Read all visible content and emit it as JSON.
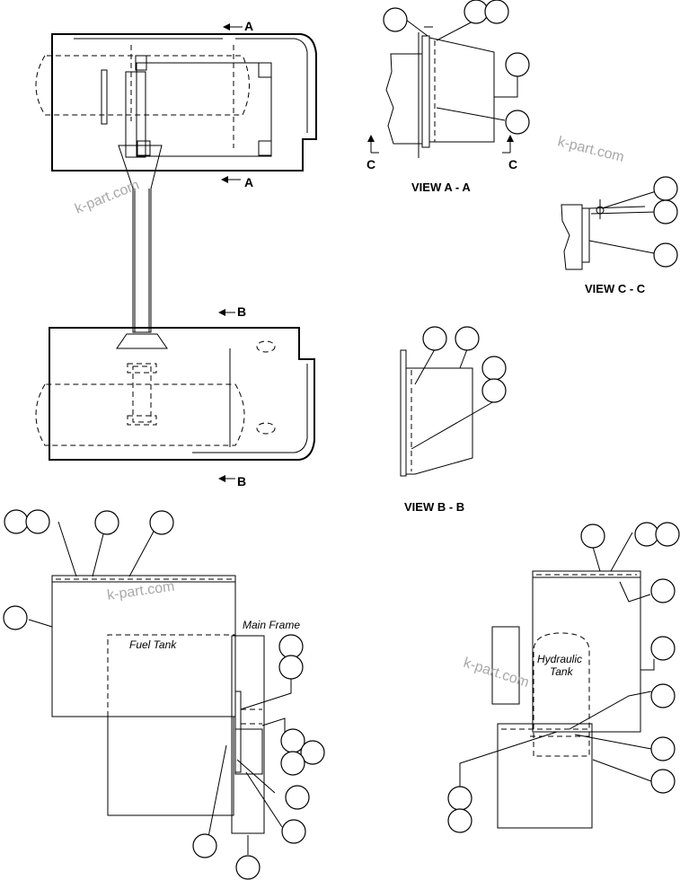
{
  "section_markers": {
    "a": "A",
    "b": "B",
    "c": "C"
  },
  "view_titles": {
    "aa": "VIEW A - A",
    "bb": "VIEW B - B",
    "cc": "VIEW C - C"
  },
  "labels": {
    "main_frame": "Main Frame",
    "fuel_tank": "Fuel Tank",
    "hydraulic_tank_1": "Hydraulic",
    "hydraulic_tank_2": "Tank"
  },
  "watermark": "k-part.com"
}
